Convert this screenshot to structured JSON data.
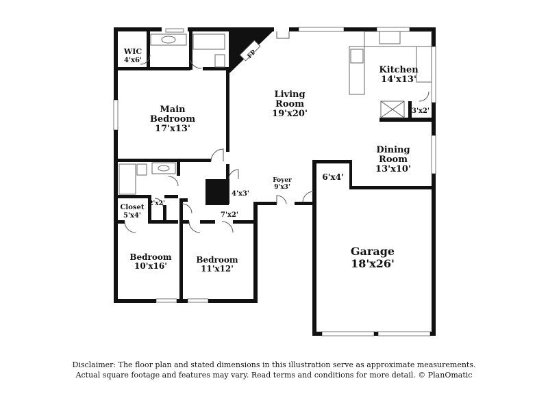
{
  "rooms": {
    "wic": {
      "name": "WIC",
      "dim": "4'x6'"
    },
    "main_bedroom": {
      "name1": "Main",
      "name2": "Bedroom",
      "dim": "17'x13'"
    },
    "fireplace": "FP",
    "living_room": {
      "name1": "Living",
      "name2": "Room",
      "dim": "19'x20'"
    },
    "kitchen": {
      "name": "Kitchen",
      "dim": "14'x13'"
    },
    "pantry": {
      "dim": "3'x2'"
    },
    "dining_room": {
      "name1": "Dining",
      "name2": "Room",
      "dim": "13'x10'"
    },
    "laundry": {
      "dim": "6'x4'"
    },
    "foyer": {
      "name": "Foyer",
      "dim": "9'x3'"
    },
    "hall_closet_a": {
      "dim": "4'x3'"
    },
    "linen": {
      "dim": "2'x2'"
    },
    "closet": {
      "name": "Closet",
      "dim": "5'x4'"
    },
    "closet_b": {
      "dim": "7'x2'"
    },
    "bedroom_2": {
      "name": "Bedroom",
      "dim": "10'x16'"
    },
    "bedroom_3": {
      "name": "Bedroom",
      "dim": "11'x12'"
    },
    "garage": {
      "name": "Garage",
      "dim": "18'x26'"
    }
  },
  "disclaimer": {
    "line1": "Disclaimer: The floor plan and stated dimensions in this illustration serve as approximate measurements.",
    "line2": "Actual square footage and features may vary. Read terms and conditions for more detail. © PlanOmatic"
  }
}
